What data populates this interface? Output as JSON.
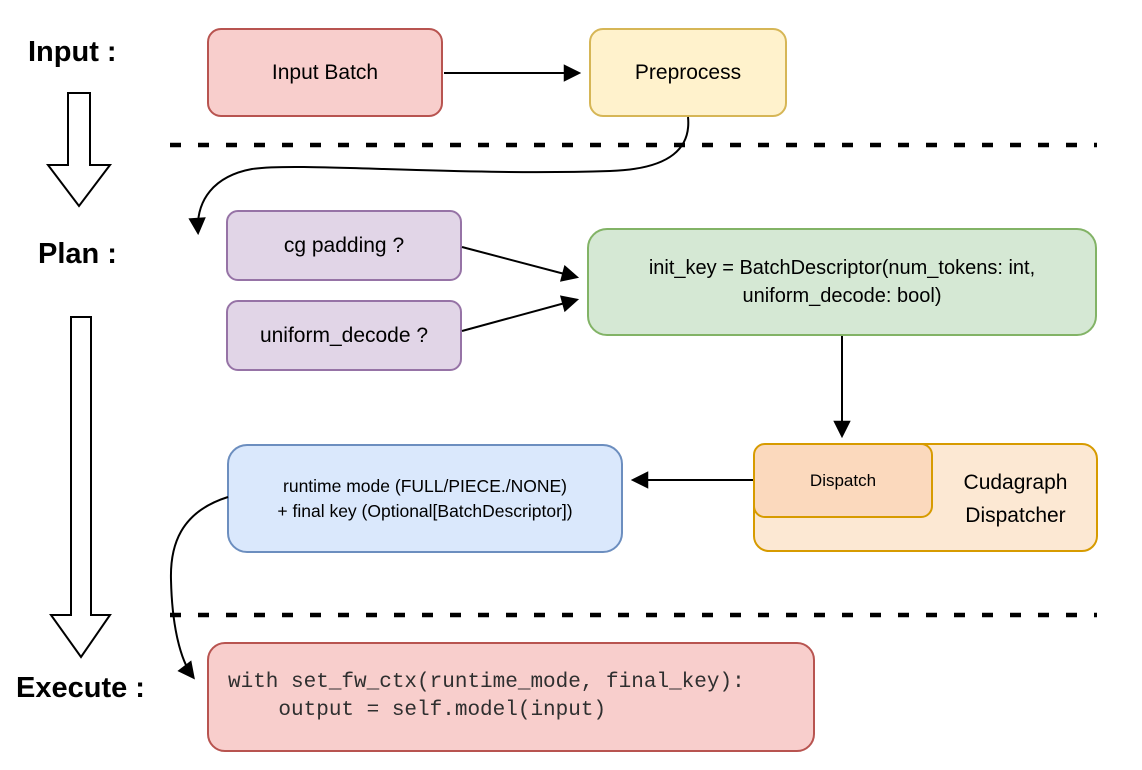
{
  "diagram": {
    "background": "#ffffff",
    "connector_color": "#000000",
    "separator_color": "#000000"
  },
  "stage_labels": {
    "input": "Input :",
    "plan": "Plan :",
    "execute": "Execute :"
  },
  "boxes": {
    "input_batch": {
      "label": "Input Batch",
      "fill": "#f8cecc",
      "stroke": "#b85450"
    },
    "preprocess": {
      "label": "Preprocess",
      "fill": "#fff2cc",
      "stroke": "#d6b656"
    },
    "cg_padding": {
      "label": "cg padding ?",
      "fill": "#e1d5e7",
      "stroke": "#9673a6"
    },
    "uniform_decode": {
      "label": "uniform_decode ?",
      "fill": "#e1d5e7",
      "stroke": "#9673a6"
    },
    "init_key": {
      "line1": "init_key = BatchDescriptor(num_tokens: int,",
      "line2": "uniform_decode: bool)",
      "fill": "#d5e8d4",
      "stroke": "#82b366"
    },
    "dispatch": {
      "label": "Dispatch",
      "fill": "#fbd9bd",
      "stroke": "#d79b00"
    },
    "cudagraph_dispatcher": {
      "label": "Cudagraph Dispatcher",
      "fill": "#fce8d3",
      "stroke": "#d79b00"
    },
    "runtime_mode": {
      "line1": "runtime mode (FULL/PIECE./NONE)",
      "line2": "+ final key (Optional[BatchDescriptor])",
      "fill": "#dae8fc",
      "stroke": "#6c8ebf"
    },
    "execute_code": {
      "line1": "with set_fw_ctx(runtime_mode, final_key):",
      "line2": "    output = self.model(input)",
      "fill": "#f8cecc",
      "stroke": "#b85450",
      "text_color": "#2f2f2f"
    }
  }
}
